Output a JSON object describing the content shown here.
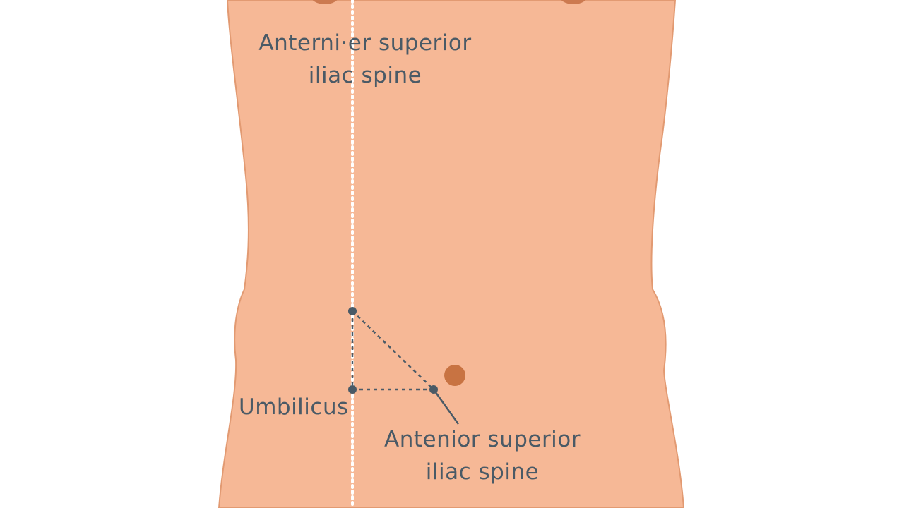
{
  "labels": {
    "top_asis": {
      "line1": "Anterni·er superior",
      "line2": "iliac spine"
    },
    "umbilicus": "Umbilicus",
    "bottom_asis": {
      "line1": "Antenior superior",
      "line2": "iliac spine"
    }
  },
  "colors": {
    "skin": "#f6b896",
    "skin_outline": "#e29a72",
    "nipple": "#cc7a50",
    "navel": "#c87342",
    "marker": "#4a5a66",
    "midline": "#ffffff",
    "text": "#4a5a66",
    "background": "#ffffff"
  }
}
